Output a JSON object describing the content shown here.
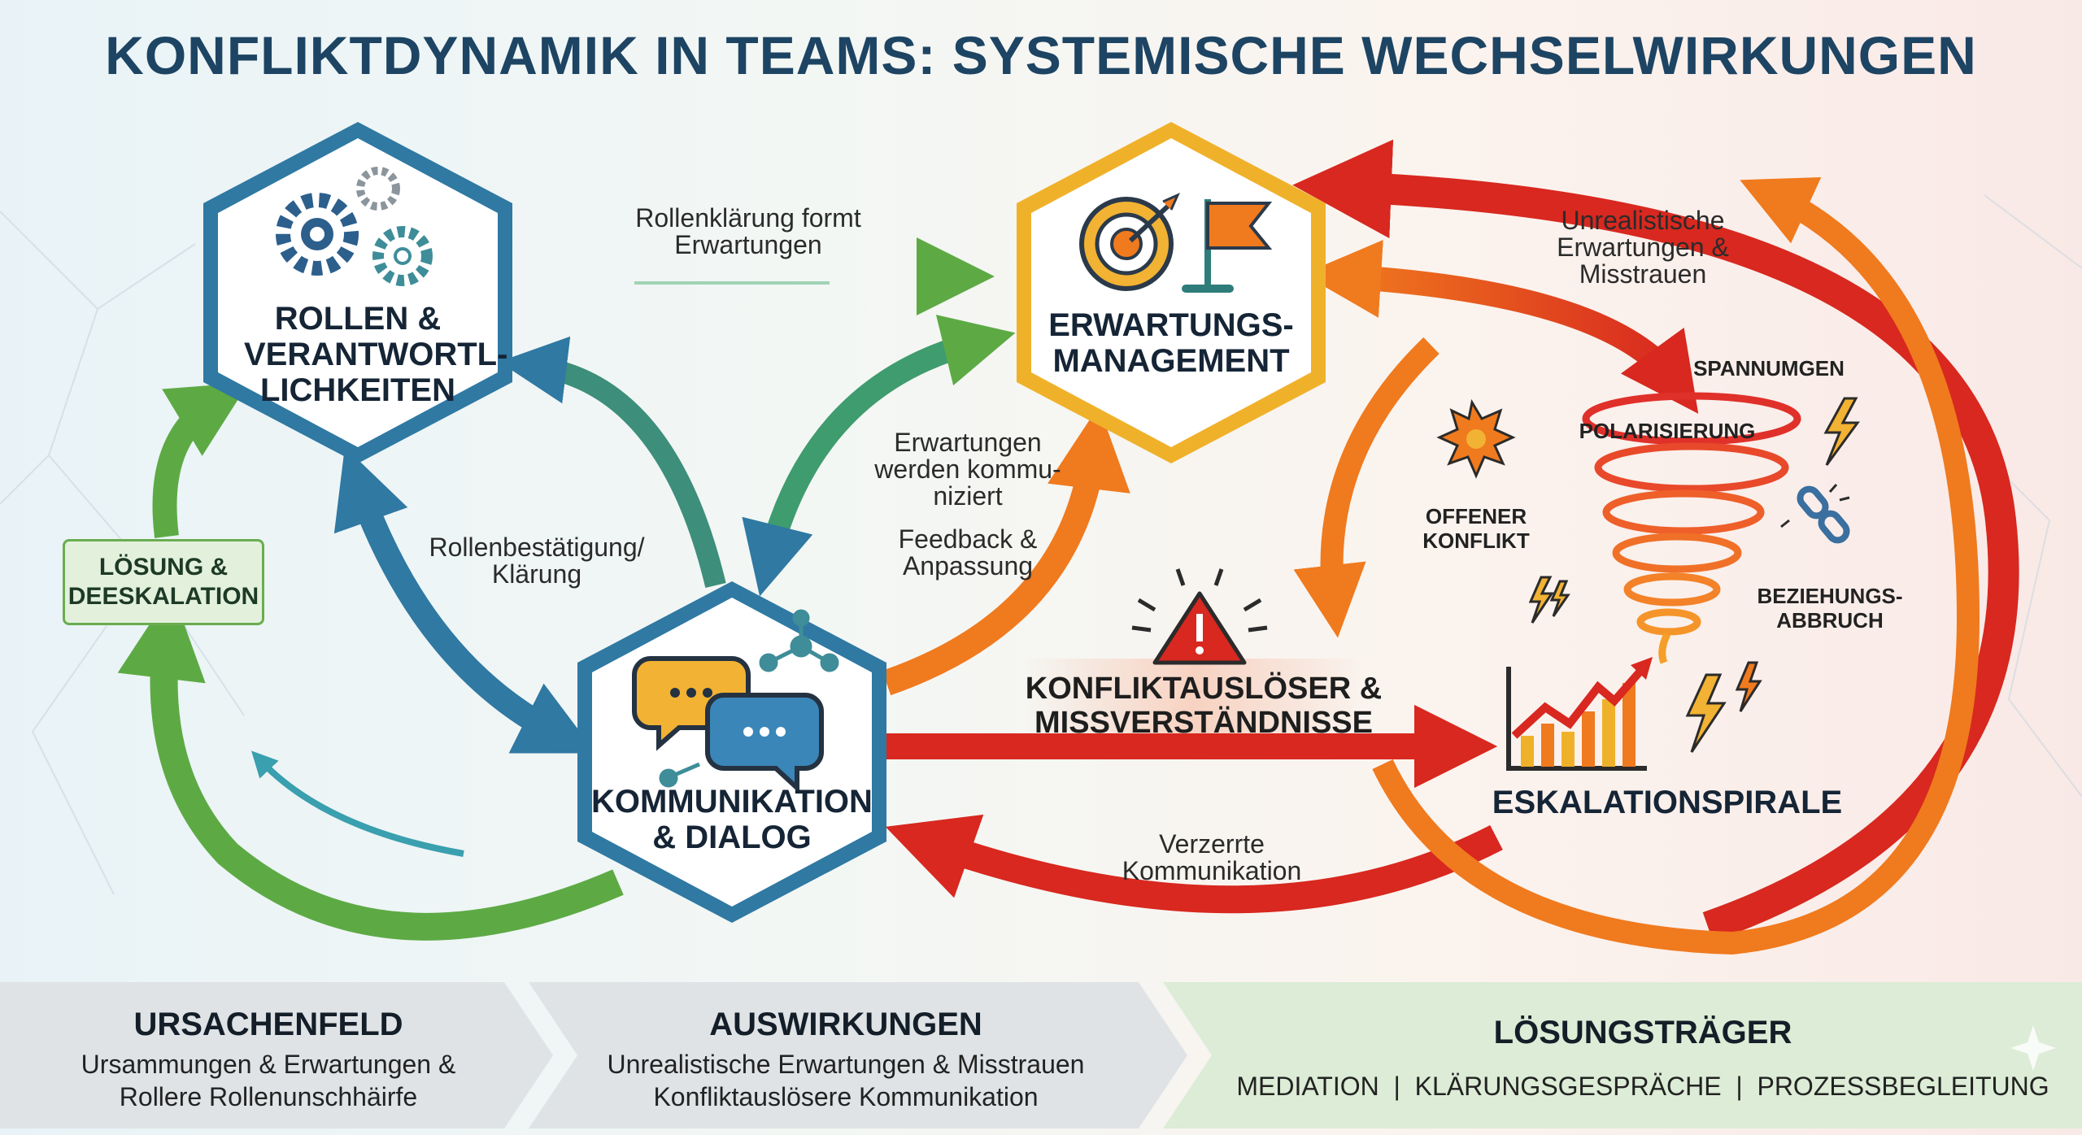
{
  "title": "KONFLIKTDYNAMIK IN TEAMS: SYSTEMISCHE WECHSELWIRKUNGEN",
  "nodes": {
    "rollen": "ROLLEN &\nVERANTWORTL-\nLICHKEITEN",
    "erwartung": "ERWARTUNGS-\nMANAGEMENT",
    "kommunikation": "KOMMUNIKATION\n& DIALOG",
    "eskalation": "ESKALATIONSPIRALE",
    "loesung": "LÖSUNG &\nDEESKALATION"
  },
  "edges": {
    "rollenklaerung": "Rollenklärung formt\nErwartungen",
    "rollenbestaetigung": "Rollenbestätigung/\nKlärung",
    "erwartungen_kommuniziert": "Erwartungen\nwerden kommu-\nniziert",
    "feedback": "Feedback &\nAnpassung",
    "unrealistisch": "Unrealistische\nErwartungen &\nMisstrauen",
    "verzerrt": "Verzerrte\nKommunikation",
    "ausloeser": "KONFLIKTAUSLÖSER &\nMISSVERSTÄNDNISSE"
  },
  "spiral": {
    "spannungen": "SPANNUMGEN",
    "polarisierung": "POLARISIERUNG",
    "offener": "OFFENER\nKONFLIKT",
    "beziehung": "BEZIEHUNGS-\nABBRUCH"
  },
  "bands": [
    {
      "title": "URSACHENFELD",
      "lines": [
        "Ursammungen & Erwartungen &",
        "Rollere Rollenunschhäirfe"
      ],
      "color": "#dfe3e6"
    },
    {
      "title": "AUSWIRKUNGEN",
      "lines": [
        "Unrealistische Erwartungen & Misstrauen",
        "Konfliktauslösere Kommunikation"
      ],
      "color": "#dfe3e6"
    },
    {
      "title": "LÖSUNGSTRÄGER",
      "lines": [
        "MEDIATION  |  KLÄRUNGSGESPRÄCHE  |  PROZESSBEGLEITUNG"
      ],
      "color": "#dcecd6"
    }
  ],
  "colors": {
    "blue": "#2f79a3",
    "green": "#5daa45",
    "orange": "#f07a1e",
    "red": "#d8281f",
    "yellow": "#f0b12a",
    "navy": "#1d4463"
  },
  "icons": [
    "gears-icon",
    "target-icon",
    "flag-icon",
    "chat-bubbles-icon",
    "network-icon",
    "warning-icon",
    "growth-chart-icon",
    "lightning-icon",
    "explosion-icon",
    "broken-chain-icon",
    "tornado-spiral-icon"
  ]
}
